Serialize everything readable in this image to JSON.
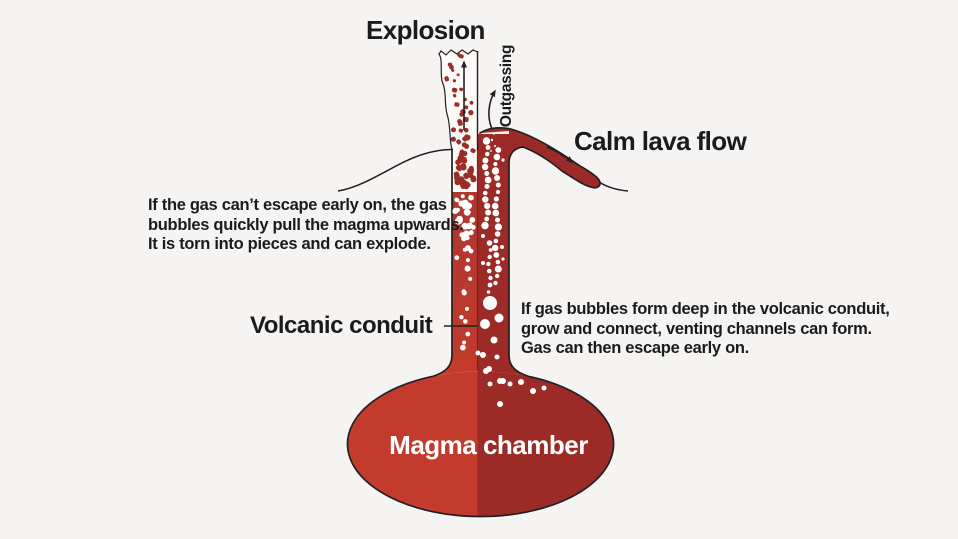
{
  "diagram": {
    "title": "Explosion",
    "labels": {
      "explosion": "Explosion",
      "outgassing": "Outgassing",
      "calm_lava_flow": "Calm lava flow",
      "volcanic_conduit": "Volcanic conduit",
      "magma_chamber": "Magma chamber"
    },
    "annotations": {
      "explosive_path": "If the gas can’t escape early on, the gas\nbubbles quickly pull the magma upwards.\nIt is torn into pieces and can explode.",
      "venting_path": "If gas bubbles form deep in the volcanic conduit,\ngrow and connect, venting channels can form.\nGas can then escape early on."
    },
    "palette": {
      "background": "#f5f4f2",
      "plume_white": "#fbfaf8",
      "magma_left": "#c23b2c",
      "magma_left_deep": "#a93530",
      "magma_right": "#9c2b28",
      "fragment_red": "#9b2d27",
      "bubble_white": "#ffffff",
      "outline": "#232021",
      "text": "#1c1b1b",
      "label_on_magma": "#ffffff"
    }
  }
}
